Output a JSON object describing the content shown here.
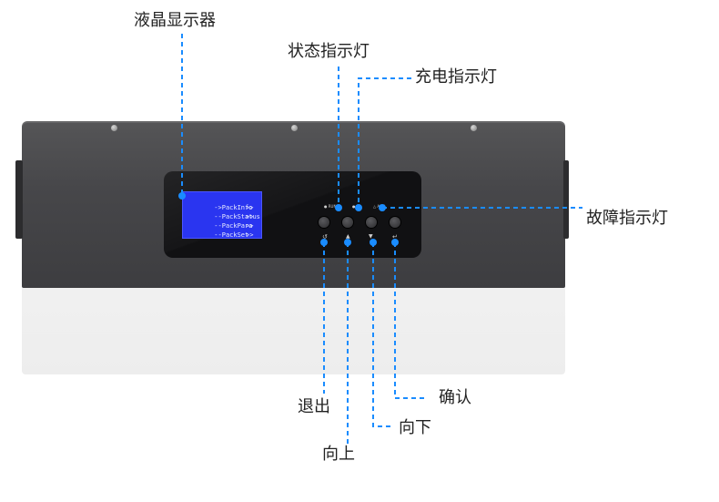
{
  "lcd_menu": {
    "items": [
      {
        "text": "->PackInfo",
        "arrow": ">>"
      },
      {
        "text": "--PackStatus",
        "arrow": ">>"
      },
      {
        "text": "--PackPara",
        "arrow": ">>"
      },
      {
        "text": "--PackSet",
        "arrow": ">>"
      }
    ]
  },
  "panel_labels": {
    "status": "● RUN",
    "charge": "●",
    "fault": "△ ALM",
    "esc": "↺",
    "up": "▲",
    "down": "▼",
    "enter": "↵"
  },
  "callouts": {
    "lcd": "液晶显示器",
    "status_indicator": "状态指示灯",
    "charge_indicator": "充电指示灯",
    "fault_indicator": "故障指示灯",
    "exit": "退出",
    "up": "向上",
    "down": "向下",
    "confirm": "确认"
  },
  "colors": {
    "callout_line": "#1a8cff",
    "lcd_background": "#2a35f0",
    "device_top": "#47474a",
    "device_bottom": "#f2f2f2"
  }
}
